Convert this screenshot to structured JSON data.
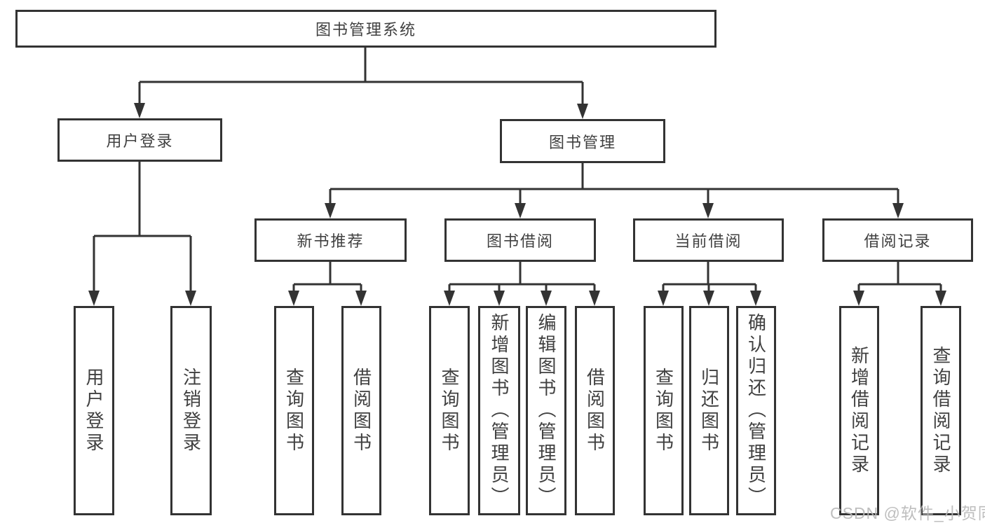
{
  "diagram": {
    "root": {
      "label": "图书管理系统"
    },
    "level2": {
      "user_login": {
        "label": "用户登录"
      },
      "book_management": {
        "label": "图书管理"
      }
    },
    "level3": {
      "new_book_recommend": {
        "label": "新书推荐"
      },
      "book_borrow": {
        "label": "图书借阅"
      },
      "current_borrow": {
        "label": "当前借阅"
      },
      "borrow_records": {
        "label": "借阅记录"
      }
    },
    "leaves": {
      "user_login": [
        {
          "label": "用户登录"
        },
        {
          "label": "注销登录"
        }
      ],
      "new_book_recommend": [
        {
          "label": "查询图书"
        },
        {
          "label": "借阅图书"
        }
      ],
      "book_borrow": [
        {
          "label": "查询图书"
        },
        {
          "label": "新增图书（管理员）"
        },
        {
          "label": "编辑图书（管理员）"
        },
        {
          "label": "借阅图书"
        }
      ],
      "current_borrow": [
        {
          "label": "查询图书"
        },
        {
          "label": "归还图书"
        },
        {
          "label": "确认归还（管理员）"
        }
      ],
      "borrow_records": [
        {
          "label": "新增借阅记录"
        },
        {
          "label": "查询借阅记录"
        }
      ]
    }
  },
  "watermark": {
    "text": "CSDN @软件_小贺同学"
  },
  "colors": {
    "line": "#333333",
    "text": "#404040",
    "background": "#ffffff",
    "watermark": "#b8b8b8"
  }
}
